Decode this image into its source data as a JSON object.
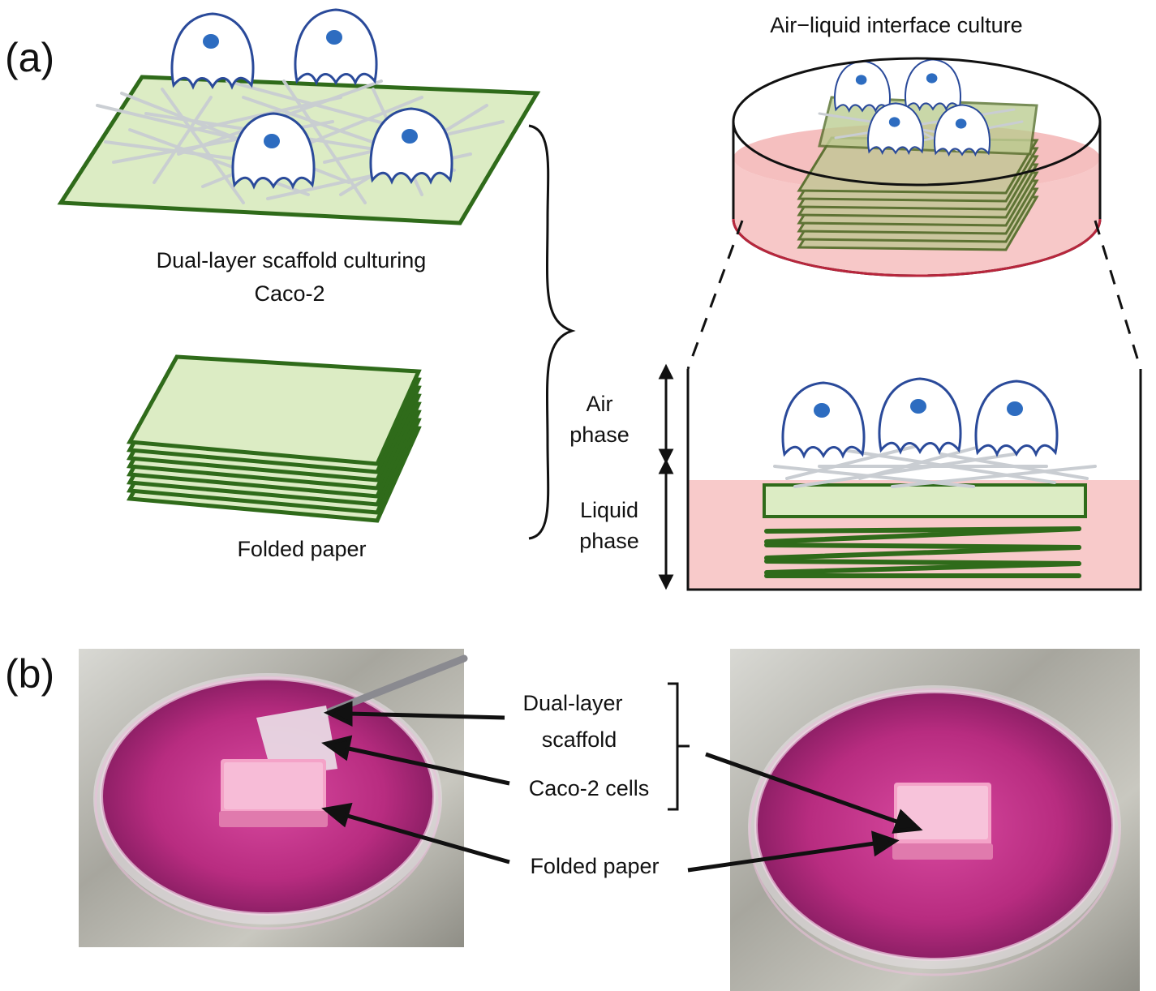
{
  "panel_a": {
    "label": "(a)",
    "scaffold_caption_line1": "Dual-layer scaffold culturing",
    "scaffold_caption_line2": "Caco-2",
    "folded_caption": "Folded paper",
    "ali_title": "Air−liquid interface culture",
    "air_phase_line1": "Air",
    "air_phase_line2": "phase",
    "liquid_phase_line1": "Liquid",
    "liquid_phase_line2": "phase"
  },
  "panel_b": {
    "label": "(b)",
    "scaffold_line1": "Dual-layer",
    "scaffold_line2": "scaffold",
    "cells": "Caco-2 cells",
    "folded": "Folded paper"
  },
  "colors": {
    "paper_fill": "#dcecc4",
    "paper_edge": "#2f6b1a",
    "cell_outline": "#2a4a9a",
    "nucleus": "#2d6cc0",
    "medium": "#f6c8c8",
    "dish_medium_photo": "#c8358a"
  }
}
